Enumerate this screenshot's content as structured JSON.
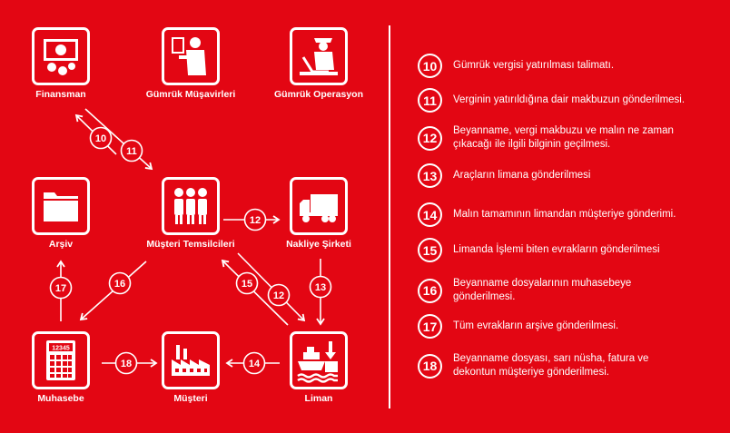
{
  "colors": {
    "background": "#e30613",
    "foreground": "#ffffff"
  },
  "nodes": {
    "finansman": {
      "label": "Finansman",
      "icon": "money-icon"
    },
    "gumruk_musavirleri": {
      "label": "Gümrük Müşavirleri",
      "icon": "customs-broker-icon"
    },
    "gumruk_operasyon": {
      "label": "Gümrük Operasyon",
      "icon": "customs-officer-icon"
    },
    "arsiv": {
      "label": "Arşiv",
      "icon": "folder-icon"
    },
    "musteri_temsilcileri": {
      "label": "Müşteri Temsilcileri",
      "icon": "people-icon"
    },
    "nakliye_sirketi": {
      "label": "Nakliye Şirketi",
      "icon": "truck-icon"
    },
    "muhasebe": {
      "label": "Muhasebe",
      "icon": "calculator-icon",
      "display_text": "12345"
    },
    "musteri": {
      "label": "Müşteri",
      "icon": "factory-icon"
    },
    "liman": {
      "label": "Liman",
      "icon": "port-ship-icon"
    }
  },
  "flows": [
    {
      "step": "10",
      "from": "Müşteri Temsilcileri",
      "to": "Finansman"
    },
    {
      "step": "11",
      "from": "Finansman",
      "to": "Müşteri Temsilcileri"
    },
    {
      "step": "12",
      "from": "Müşteri Temsilcileri",
      "to": "Nakliye Şirketi"
    },
    {
      "step": "12",
      "from": "Müşteri Temsilcileri",
      "to": "Liman"
    },
    {
      "step": "13",
      "from": "Nakliye Şirketi",
      "to": "Liman"
    },
    {
      "step": "14",
      "from": "Liman",
      "to": "Müşteri"
    },
    {
      "step": "15",
      "from": "Liman",
      "to": "Müşteri Temsilcileri"
    },
    {
      "step": "16",
      "from": "Müşteri Temsilcileri",
      "to": "Muhasebe"
    },
    {
      "step": "17",
      "from": "Muhasebe",
      "to": "Arşiv"
    },
    {
      "step": "18",
      "from": "Muhasebe",
      "to": "Müşteri"
    }
  ],
  "legend": [
    {
      "num": "10",
      "text": "Gümrük vergisi yatırılması talimatı."
    },
    {
      "num": "11",
      "text": "Verginin yatırıldığına dair makbuzun gönderilmesi."
    },
    {
      "num": "12",
      "text": "Beyanname, vergi makbuzu ve malın ne zaman çıkacağı ile ilgili bilginin geçilmesi."
    },
    {
      "num": "13",
      "text": "Araçların limana gönderilmesi"
    },
    {
      "num": "14",
      "text": "Malın tamamının limandan müşteriye gönderimi."
    },
    {
      "num": "15",
      "text": "Limanda İşlemi biten evrakların gönderilmesi"
    },
    {
      "num": "16",
      "text": "Beyanname dosyalarının muhasebeye gönderilmesi."
    },
    {
      "num": "17",
      "text": "Tüm evrakların arşive gönderilmesi."
    },
    {
      "num": "18",
      "text": "Beyanname dosyası, sarı nüsha, fatura ve dekontun müşteriye gönderilmesi."
    }
  ]
}
